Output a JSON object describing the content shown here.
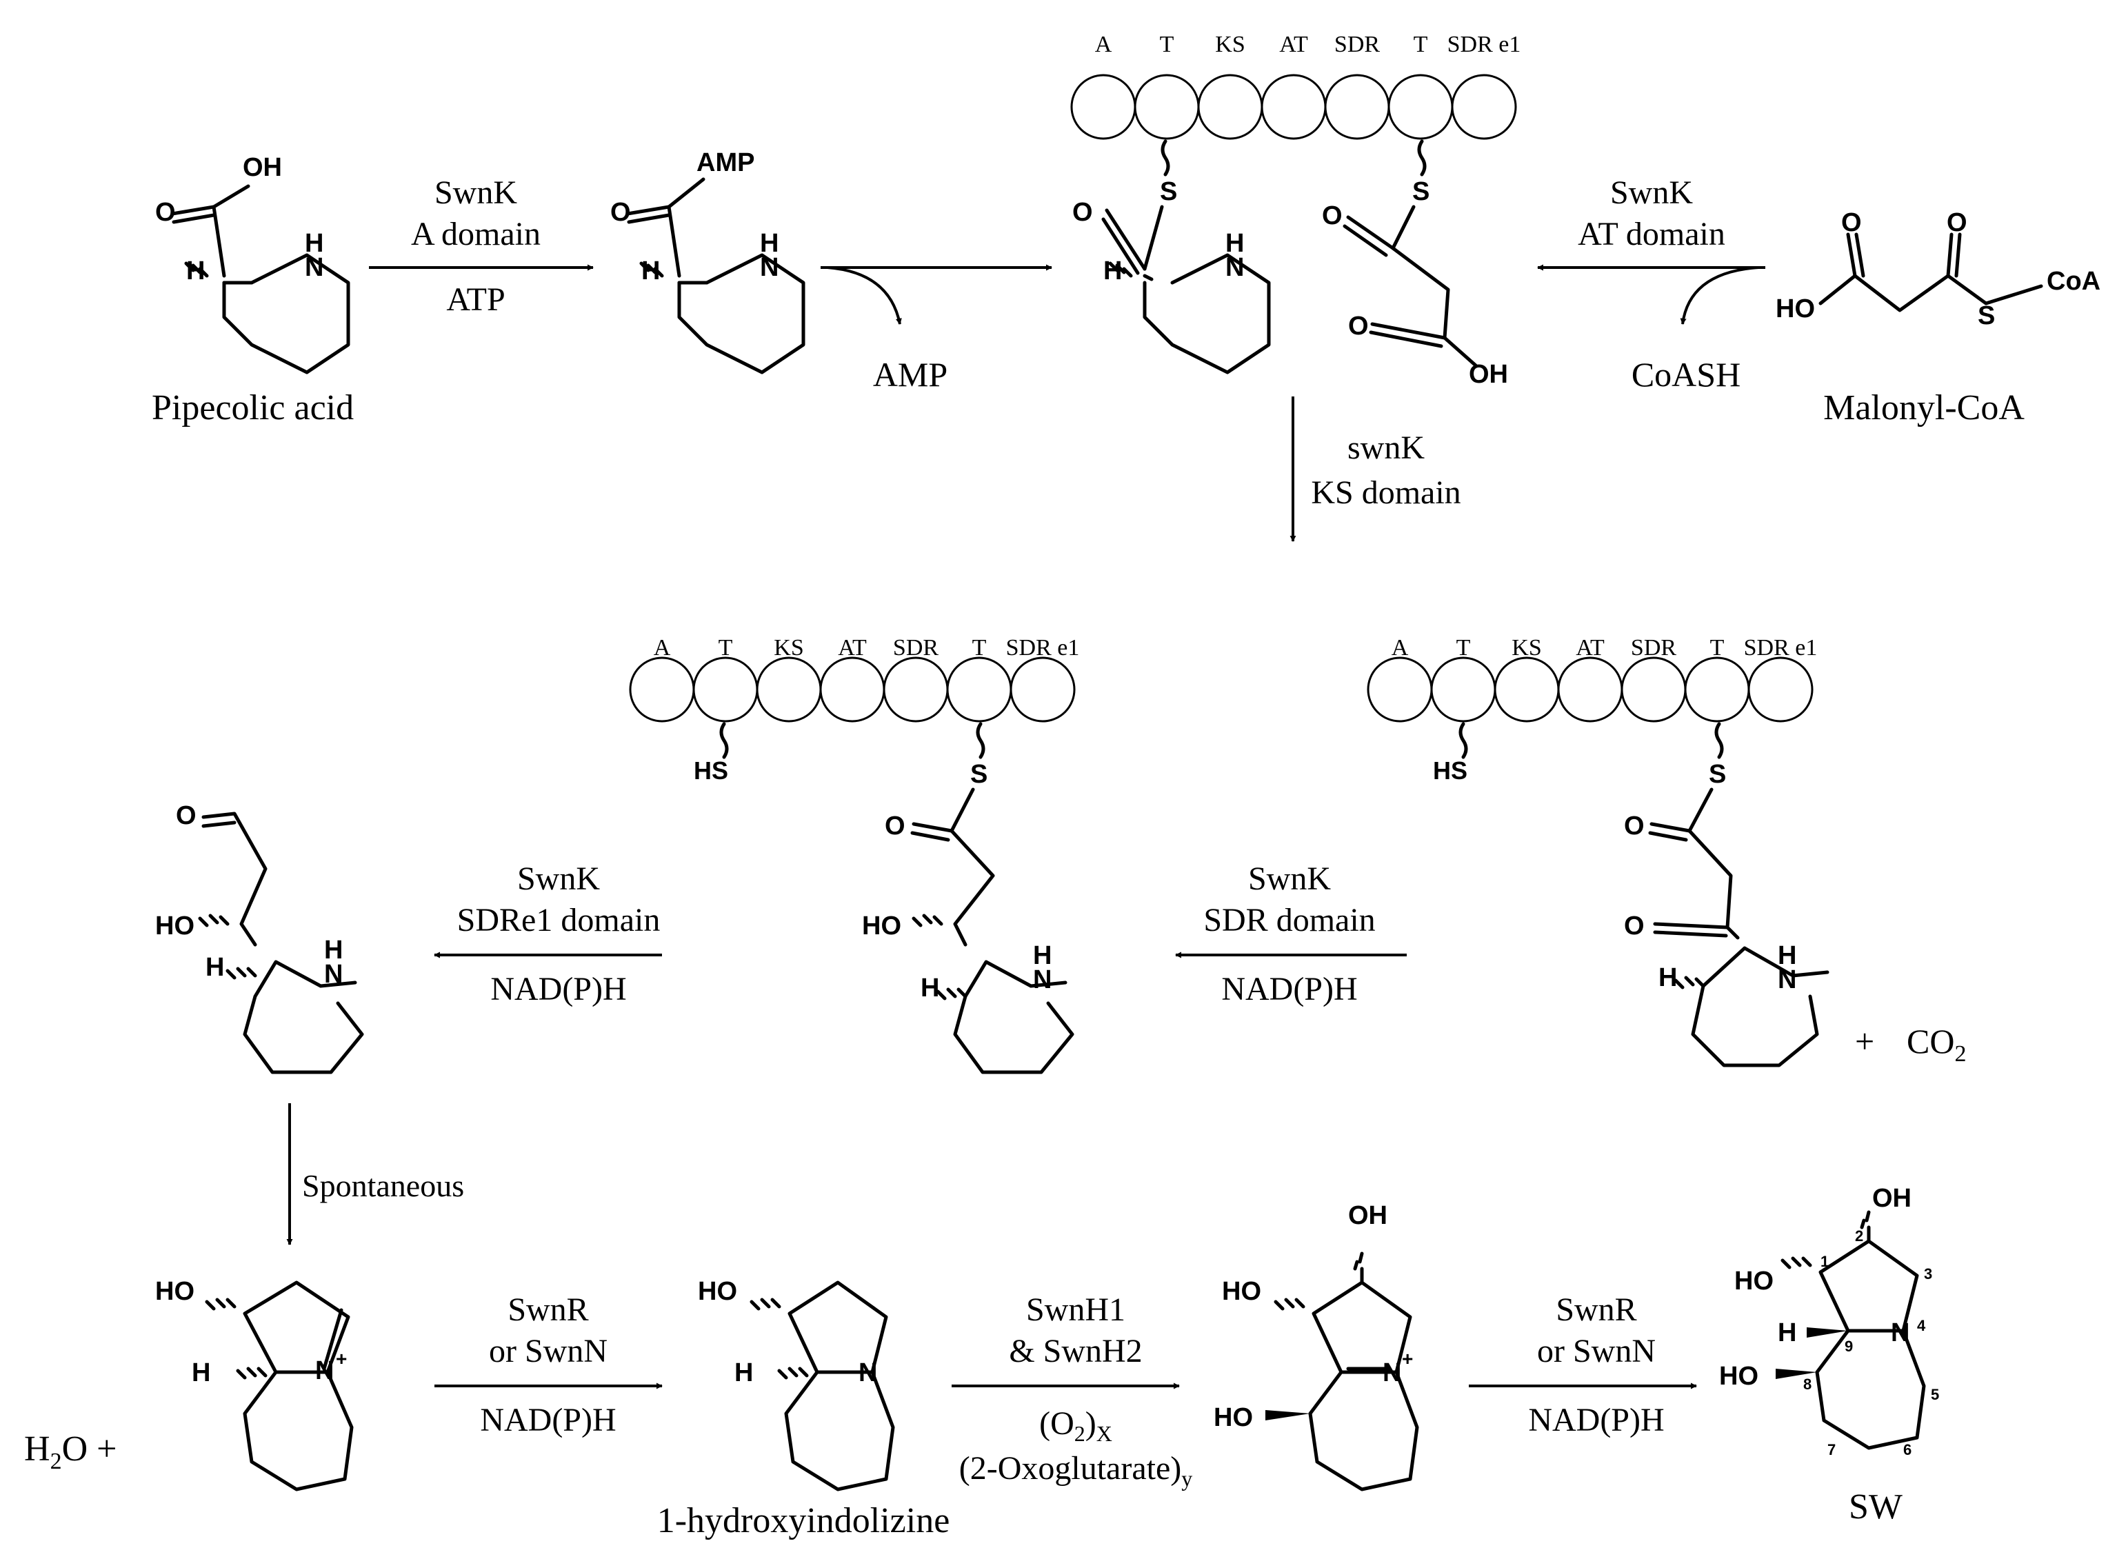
{
  "compounds": {
    "pipecolic_acid": "Pipecolic acid",
    "amp": "AMP",
    "coash": "CoASH",
    "malonyl_coa": "Malonyl-CoA",
    "hydroxyindolizine": "1-hydroxyindolizine",
    "sw": "SW",
    "co2": "CO",
    "co2_sub": "2",
    "co2_plus": "+",
    "h2o_h": "H",
    "h2o_sub": "2",
    "h2o_rest": "O +"
  },
  "atoms": {
    "oh": "OH",
    "o": "O",
    "h": "H",
    "n": "N",
    "nh_h": "H",
    "s": "S",
    "hs": "HS",
    "ho": "HO",
    "amp": "AMP",
    "coa": "CoA",
    "plus": "+"
  },
  "domains": [
    "A",
    "T",
    "KS",
    "AT",
    "SDR",
    "T",
    "SDR e1"
  ],
  "steps": {
    "a_domain": {
      "line1": "SwnK",
      "line2": "A domain",
      "below": "ATP"
    },
    "at_domain": {
      "line1": "SwnK",
      "line2": "AT domain"
    },
    "ks_domain": {
      "line1": "swnK",
      "line2": "KS domain"
    },
    "sdr_domain": {
      "line1": "SwnK",
      "line2": "SDR domain",
      "below": "NAD(P)H"
    },
    "sdre1_domain": {
      "line1": "SwnK",
      "line2": "SDRe1 domain",
      "below": "NAD(P)H"
    },
    "spontaneous": {
      "label": "Spontaneous"
    },
    "swnr_1": {
      "line1": "SwnR",
      "line2": "or SwnN",
      "below": "NAD(P)H"
    },
    "swnh": {
      "line1": "SwnH1",
      "line2": "& SwnH2",
      "below1": "(O",
      "below1_sub": "2",
      "below1_close": ")",
      "below1_x": "X",
      "below2": "(2-Oxoglutarate)",
      "below2_y": "y"
    },
    "swnr_2": {
      "line1": "SwnR",
      "line2": "or SwnN",
      "below": "NAD(P)H"
    }
  },
  "numbering": [
    "1",
    "2",
    "3",
    "4",
    "5",
    "6",
    "7",
    "8",
    "9"
  ]
}
